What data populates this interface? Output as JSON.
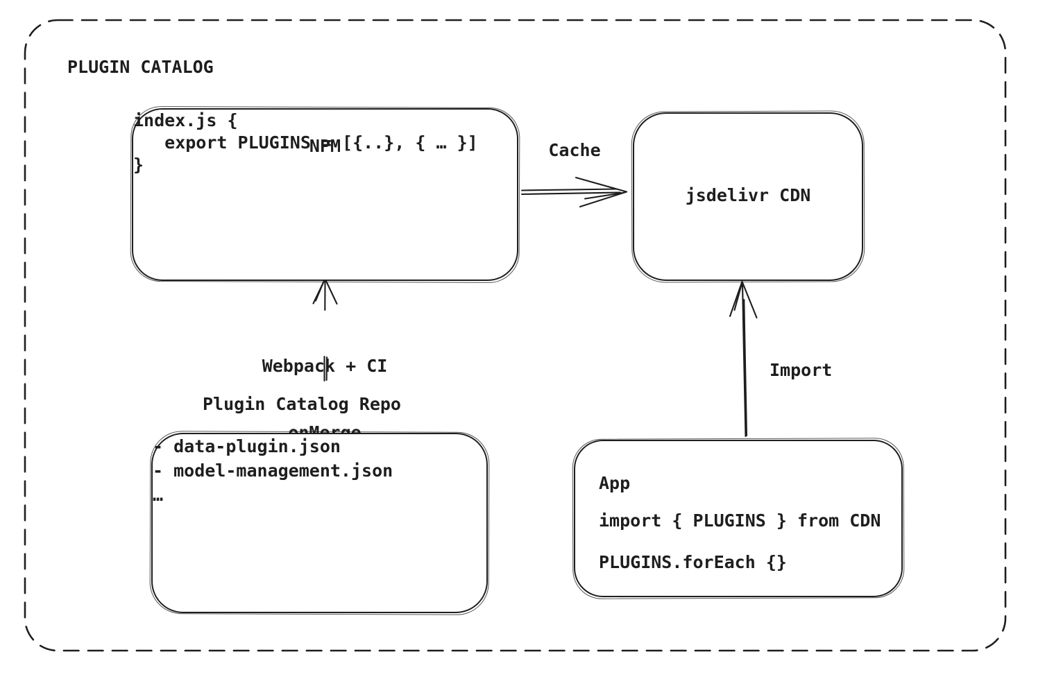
{
  "title": "PLUGIN CATALOG",
  "nodes": {
    "npm": {
      "title": "NPM",
      "code": [
        "index.js {",
        "   export PLUGINS = [{..}, { … }]",
        "}"
      ]
    },
    "cdn": {
      "label": "jsdelivr CDN"
    },
    "repo": {
      "label": "Plugin Catalog Repo",
      "items": [
        "- data-plugin.json",
        "- model-management.json",
        "…"
      ]
    },
    "app": {
      "title": "App",
      "lines": [
        "import { PLUGINS } from CDN",
        "PLUGINS.forEach {}"
      ]
    }
  },
  "edges": {
    "cache": {
      "label": "Cache"
    },
    "build": {
      "label": [
        "Webpack + CI",
        "onMerge"
      ]
    },
    "import": {
      "label": "Import"
    }
  },
  "colors": {
    "stroke": "#1e1e1e",
    "background": "#ffffff"
  }
}
